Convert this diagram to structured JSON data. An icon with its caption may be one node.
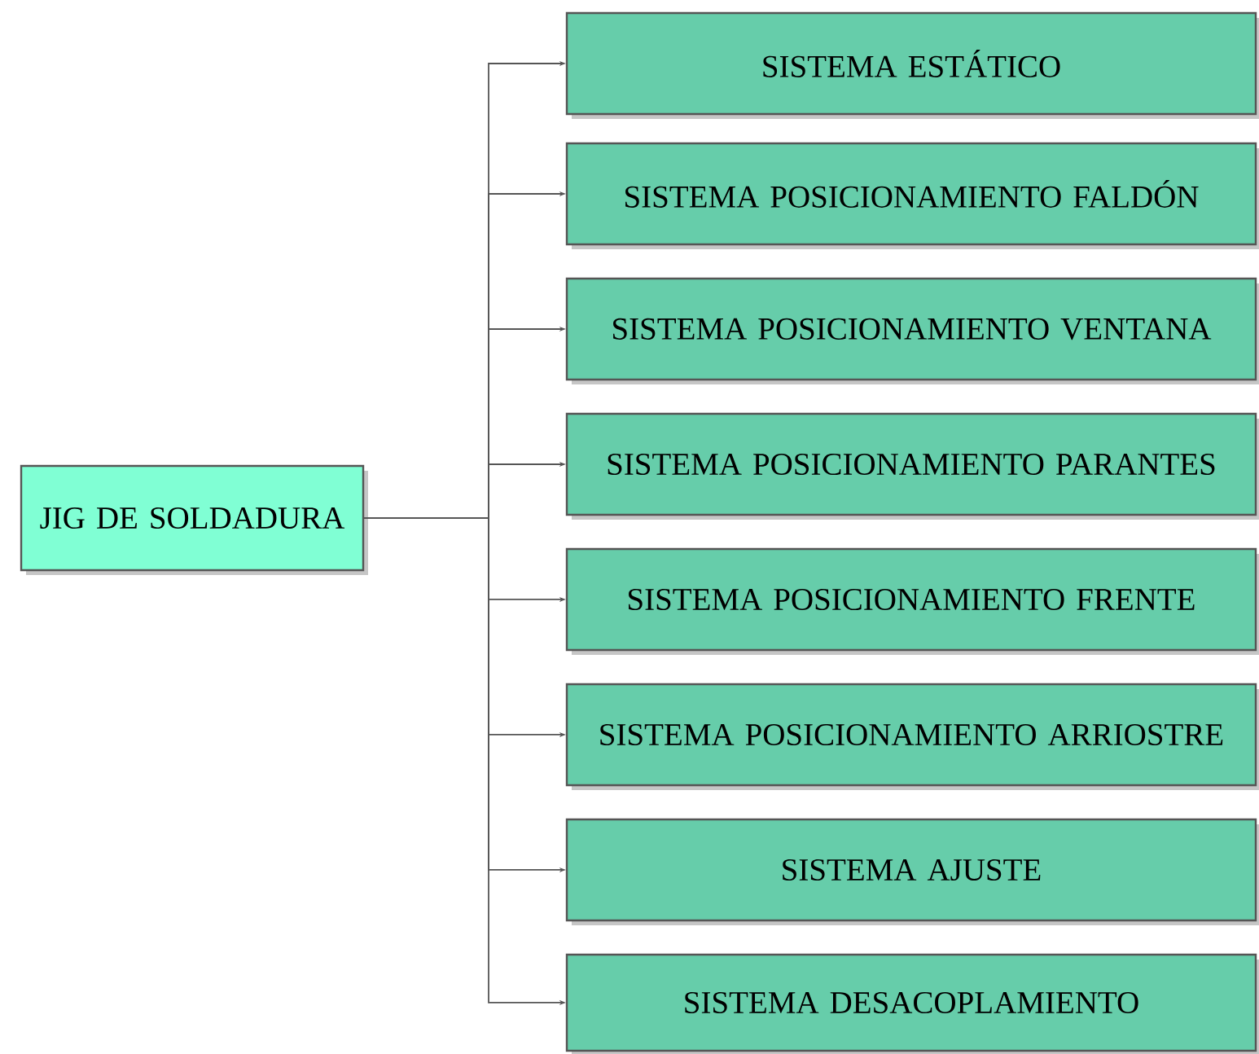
{
  "diagram": {
    "nodes": [
      {
        "text": [
          "JIG DE SOLDADURA"
        ]
      },
      {
        "text": [
          "SISTEMA ESTÁTICO"
        ]
      },
      {
        "text": [
          "SISTEMA POSICIONAMIENTO FALDÓN"
        ]
      },
      {
        "text": [
          "SISTEMA POSICIONAMIENTO VENTANA"
        ]
      },
      {
        "text": [
          "SISTEMA POSICIONAMIENTO PARANTES"
        ]
      },
      {
        "text": [
          "SISTEMA POSICIONAMIENTO FRENTE"
        ]
      },
      {
        "text": [
          "SISTEMA POSICIONAMIENTO ARRIOSTRE"
        ]
      },
      {
        "text": [
          "SISTEMA AJUSTE"
        ]
      },
      {
        "text": [
          "SISTEMA DESACOPLAMIENTO"
        ]
      }
    ],
    "edges": [
      {
        "from": 0,
        "to": 1,
        "arrow": "to"
      },
      {
        "from": 0,
        "to": 2,
        "arrow": "to"
      },
      {
        "from": 0,
        "to": 3,
        "arrow": "to"
      },
      {
        "from": 0,
        "to": 4,
        "arrow": "to"
      },
      {
        "from": 0,
        "to": 5,
        "arrow": "to"
      },
      {
        "from": 0,
        "to": 6,
        "arrow": "to"
      },
      {
        "from": 0,
        "to": 7,
        "arrow": "to"
      },
      {
        "from": 0,
        "to": 8,
        "arrow": "to"
      }
    ]
  }
}
